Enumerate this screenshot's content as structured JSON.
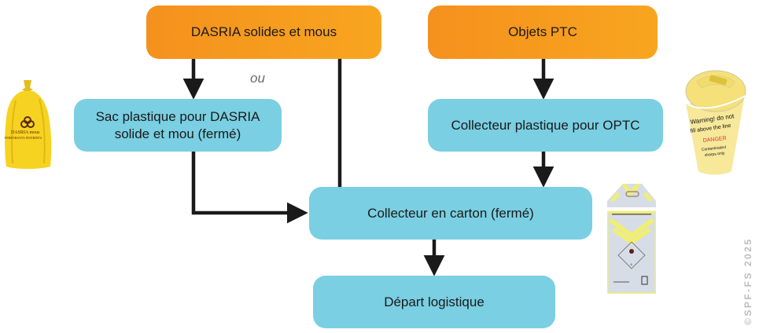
{
  "nodes": {
    "dasria_source": "DASRIA solides et mous",
    "ptc_source": "Objets PTC",
    "bag": "Sac plastique pour DASRIA solide et mou (fermé)",
    "optc_collector": "Collecteur plastique pour OPTC",
    "carton_collector": "Collecteur en carton (fermé)",
    "departure": "Départ logistique"
  },
  "connector_label": "ou",
  "illustrations": {
    "bag": {
      "icon": "yellow-dasria-bag-icon",
      "label_line1": "DASRIA mous",
      "label_line2": "PERFORANTS INTERDITS"
    },
    "sharps_container": {
      "icon": "yellow-sharps-container-icon",
      "line1": "Warning! do not",
      "line2": "fill above the line",
      "danger": "DANGER",
      "line3": "Contaminated",
      "line4": "sharps only"
    },
    "carton_box": {
      "icon": "carton-collector-box-icon",
      "hazard_class": "6"
    }
  },
  "copyright": "©SPF-FS 2025",
  "colors": {
    "orange_start": "#f5911e",
    "orange_end": "#f8a51f",
    "blue": "#7acfe2",
    "arrow": "#1a1a1a"
  }
}
